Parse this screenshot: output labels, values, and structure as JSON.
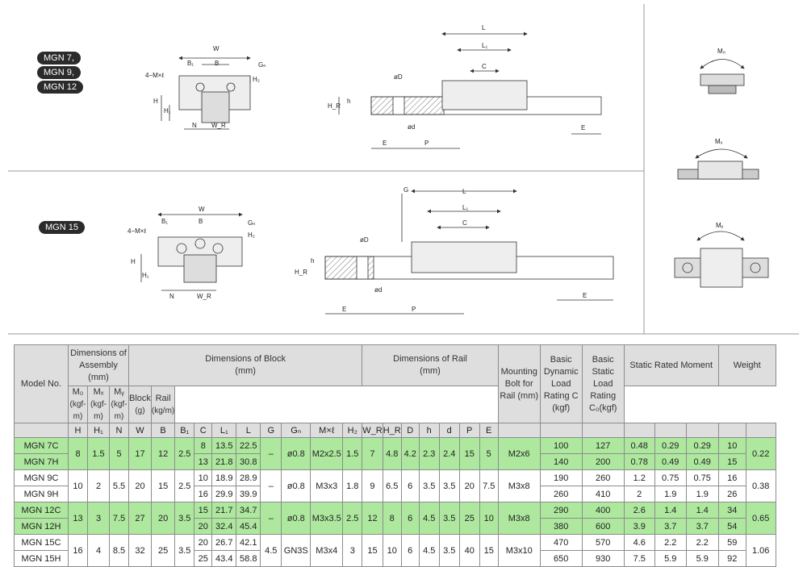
{
  "badges": {
    "mgn7": "MGN 7,",
    "mgn9": "MGN 9,",
    "mgn12": "MGN 12",
    "mgn15": "MGN 15"
  },
  "labels": {
    "W": "W",
    "B": "B",
    "B1": "B₁",
    "Gn": "Gₙ",
    "H2": "H₂",
    "H": "H",
    "H1": "H₁",
    "N": "N",
    "WR": "W_R",
    "bolt": "4−M×ℓ",
    "L": "L",
    "L1": "L₁",
    "C": "C",
    "phiD": "øD",
    "phid": "ød",
    "h": "h",
    "HR": "H_R",
    "E": "E",
    "P": "P",
    "G": "G",
    "M0": "M₀",
    "MX": "Mₓ",
    "MY": "Mᵧ"
  },
  "table": {
    "model_no": "Model No.",
    "dim_assembly": "Dimensions of Assembly (mm)",
    "dim_block": "Dimensions of Block",
    "dim_rail": "Dimensions of Rail",
    "mm": "(mm)",
    "mounting_bolt": "Mounting Bolt for Rail (mm)",
    "dynamic_load": "Basic Dynamic Load Rating C (kgf)",
    "static_load": "Basic Static Load Rating C₀(kgf)",
    "static_moment": "Static Rated Moment",
    "weight": "Weight",
    "sub": {
      "H": "H",
      "H1": "H₁",
      "N": "N",
      "W": "W",
      "B": "B",
      "B1": "B₁",
      "C": "C",
      "L1": "L₁",
      "L": "L",
      "G": "G",
      "Gn": "Gₙ",
      "Mxl": "M×ℓ",
      "H2": "H₂",
      "WR": "W_R",
      "HR": "H_R",
      "D": "D",
      "h": "h",
      "d": "d",
      "P": "P",
      "E": "E",
      "M0": "M₀",
      "MX": "Mₓ",
      "MY": "Mᵧ",
      "kgfm": "(kgf-m)",
      "block": "Block",
      "block_unit": "(g)",
      "rail": "Rail",
      "rail_unit": "(kg/m)"
    },
    "groups": [
      {
        "shade": "g",
        "rows": [
          {
            "model": "MGN 7C",
            "C": "8",
            "L1": "13.5",
            "L": "22.5",
            "dyn": "100",
            "stat": "127",
            "m0": "0.48",
            "mx": "0.29",
            "my": "0.29",
            "block": "10"
          },
          {
            "model": "MGN 7H",
            "C": "13",
            "L1": "21.8",
            "L": "30.8",
            "dyn": "140",
            "stat": "200",
            "m0": "0.78",
            "mx": "0.49",
            "my": "0.49",
            "block": "15"
          }
        ],
        "H": "8",
        "H1": "1.5",
        "N": "5",
        "W": "17",
        "B": "12",
        "B1": "2.5",
        "G": "–",
        "Gn": "ø0.8",
        "Mxl": "M2x2.5",
        "H2": "1.5",
        "WR": "7",
        "HR": "4.8",
        "D": "4.2",
        "h": "2.3",
        "d": "2.4",
        "P": "15",
        "E": "5",
        "bolt": "M2x6",
        "rail": "0.22"
      },
      {
        "shade": "w",
        "rows": [
          {
            "model": "MGN 9C",
            "C": "10",
            "L1": "18.9",
            "L": "28.9",
            "dyn": "190",
            "stat": "260",
            "m0": "1.2",
            "mx": "0.75",
            "my": "0.75",
            "block": "16"
          },
          {
            "model": "MGN 9H",
            "C": "16",
            "L1": "29.9",
            "L": "39.9",
            "dyn": "260",
            "stat": "410",
            "m0": "2",
            "mx": "1.9",
            "my": "1.9",
            "block": "26"
          }
        ],
        "H": "10",
        "H1": "2",
        "N": "5.5",
        "W": "20",
        "B": "15",
        "B1": "2.5",
        "G": "–",
        "Gn": "ø0.8",
        "Mxl": "M3x3",
        "H2": "1.8",
        "WR": "9",
        "HR": "6.5",
        "D": "6",
        "h": "3.5",
        "d": "3.5",
        "P": "20",
        "E": "7.5",
        "bolt": "M3x8",
        "rail": "0.38"
      },
      {
        "shade": "g",
        "rows": [
          {
            "model": "MGN 12C",
            "C": "15",
            "L1": "21.7",
            "L": "34.7",
            "dyn": "290",
            "stat": "400",
            "m0": "2.6",
            "mx": "1.4",
            "my": "1.4",
            "block": "34"
          },
          {
            "model": "MGN 12H",
            "C": "20",
            "L1": "32.4",
            "L": "45.4",
            "dyn": "380",
            "stat": "600",
            "m0": "3.9",
            "mx": "3.7",
            "my": "3.7",
            "block": "54"
          }
        ],
        "H": "13",
        "H1": "3",
        "N": "7.5",
        "W": "27",
        "B": "20",
        "B1": "3.5",
        "G": "–",
        "Gn": "ø0.8",
        "Mxl": "M3x3.5",
        "H2": "2.5",
        "WR": "12",
        "HR": "8",
        "D": "6",
        "h": "4.5",
        "d": "3.5",
        "P": "25",
        "E": "10",
        "bolt": "M3x8",
        "rail": "0.65"
      },
      {
        "shade": "w",
        "rows": [
          {
            "model": "MGN 15C",
            "C": "20",
            "L1": "26.7",
            "L": "42.1",
            "dyn": "470",
            "stat": "570",
            "m0": "4.6",
            "mx": "2.2",
            "my": "2.2",
            "block": "59"
          },
          {
            "model": "MGN 15H",
            "C": "25",
            "L1": "43.4",
            "L": "58.8",
            "dyn": "650",
            "stat": "930",
            "m0": "7.5",
            "mx": "5.9",
            "my": "5.9",
            "block": "92"
          }
        ],
        "H": "16",
        "H1": "4",
        "N": "8.5",
        "W": "32",
        "B": "25",
        "B1": "3.5",
        "G": "4.5",
        "Gn": "GN3S",
        "Mxl": "M3x4",
        "H2": "3",
        "WR": "15",
        "HR": "10",
        "D": "6",
        "h": "4.5",
        "d": "3.5",
        "P": "40",
        "E": "15",
        "bolt": "M3x10",
        "rail": "1.06"
      }
    ]
  }
}
